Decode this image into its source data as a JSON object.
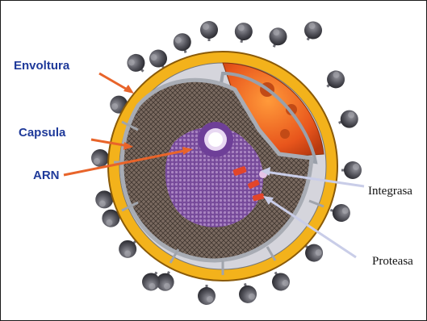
{
  "labels": {
    "envoltura": "Envoltura",
    "capsula": "Capsula",
    "arn": "ARN",
    "integrasa": "Integrasa",
    "proteasa": "Proteasa"
  },
  "colors": {
    "left_label": "#1f3a9a",
    "left_arrow": "#e8642a",
    "right_arrow": "#c9cde8",
    "envelope": "#f3b21b",
    "capsid_fill": "#7a6a60",
    "rna": "#7a48a8",
    "enzyme": "#e2452a",
    "glycoprotein": "#5a5a62",
    "cutaway": "#e8551c"
  }
}
